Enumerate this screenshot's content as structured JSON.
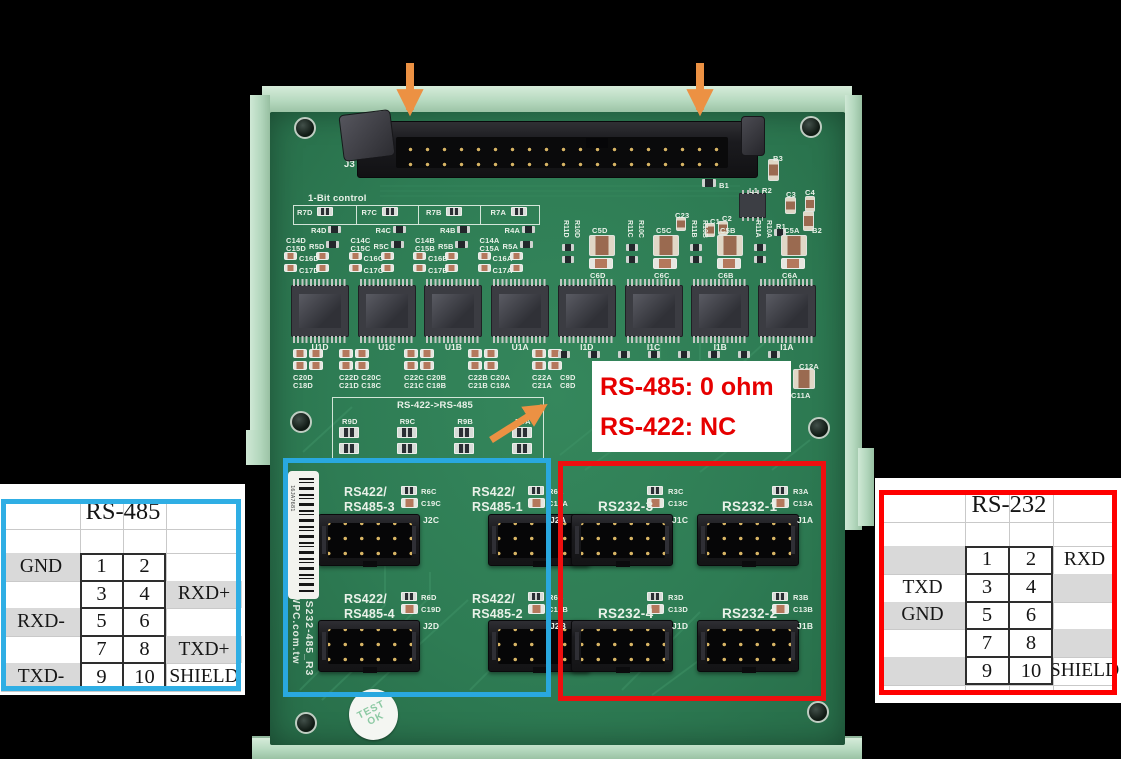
{
  "colors": {
    "pcb": "#2E7C54",
    "din": "#B6D9BF",
    "blue_box": "#29A8DF",
    "red_box": "#EE0F0F",
    "orange_arrow": "#EC9143",
    "annotation_red": "#E60000",
    "table_shade": "#D9D9D9",
    "blue_table_border": "#2FAEE4",
    "red_table_border": "#FF0000"
  },
  "annotation": {
    "line1": "RS-485: 0 ohm",
    "line2": "RS-422: NC"
  },
  "board": {
    "j3_label": "J3",
    "one_bit": "1-Bit control",
    "jumper_title": "RS-422->RS-485",
    "ics": [
      "U1D",
      "U1C",
      "U1B",
      "U1A",
      "I1D",
      "I1C",
      "I1B",
      "I1A"
    ],
    "r7": [
      "R7D",
      "R7C",
      "R7B",
      "R7A"
    ],
    "r9": [
      "R9D",
      "R9C",
      "R9B",
      "R9A"
    ],
    "cap_cluster": [
      {
        "r4": "R4D",
        "c14": "C14D",
        "c15": "C15D",
        "r5": "R5D",
        "c16": "C16D",
        "c17": "C17D"
      },
      {
        "r4": "R4C",
        "c14": "C14C",
        "c15": "C15C",
        "r5": "R5C",
        "c16": "C16C",
        "c17": "C17C"
      },
      {
        "r4": "R4B",
        "c14": "C14B",
        "c15": "C15B",
        "r5": "R5B",
        "c16": "C16B",
        "c17": "C17B"
      },
      {
        "r4": "R4A",
        "c14": "C14A",
        "c15": "C15A",
        "r5": "R5A",
        "c16": "C16A",
        "c17": "C17A"
      }
    ],
    "ic_caps": [
      [
        "C20D",
        "C18D"
      ],
      [
        "C22D C20C",
        "C21D C18C"
      ],
      [
        "C22C C20B",
        "C21C C18B"
      ],
      [
        "C22B C20A",
        "C21B C18A"
      ],
      [
        "C22A",
        "C21A"
      ]
    ],
    "mid_right": [
      {
        "r11": "R11D",
        "r10": "R10D",
        "c5": "C5D",
        "c6": "C6D"
      },
      {
        "r11": "R11C",
        "r10": "R10C",
        "c5": "C5C",
        "c6": "C6C"
      },
      {
        "r11": "R11B",
        "r10": "R10B",
        "c5": "C5B",
        "c6": "C6B"
      },
      {
        "r11": "R11A",
        "r10": "R10A",
        "c5": "C5A",
        "c6": "C6A"
      }
    ],
    "top_right": {
      "b3": "B3",
      "b1": "B1",
      "l1": "L1",
      "r2": "R2",
      "c3": "C3",
      "c4": "C4",
      "c23": "C23",
      "c1": "C1",
      "c2": "C2",
      "r1": "R1",
      "b2": "B2"
    },
    "misc": {
      "c9d": "C9D",
      "c8d": "C8D",
      "c12a": "C12A",
      "c11a": "C11A"
    },
    "vertical_silk": [
      "RS232-485_R3",
      "WPC.com.tw"
    ],
    "barcode_text": "16JA7681",
    "test_sticker": [
      "TEST",
      "OK"
    ],
    "connectors_rs485": [
      {
        "name1": "RS422/",
        "name2": "RS485-3",
        "r": "R6C",
        "c": "C19C",
        "j": "J2C"
      },
      {
        "name1": "RS422/",
        "name2": "RS485-1",
        "r": "R6A",
        "c": "C19A",
        "j": "J2A"
      },
      {
        "name1": "RS422/",
        "name2": "RS485-4",
        "r": "R6D",
        "c": "C19D",
        "j": "J2D"
      },
      {
        "name1": "RS422/",
        "name2": "RS485-2",
        "r": "R6B",
        "c": "C19B",
        "j": "J2B"
      }
    ],
    "connectors_rs232": [
      {
        "name": "RS232-3",
        "r": "R3C",
        "c": "C13C",
        "j": "J1C"
      },
      {
        "name": "RS232-1",
        "r": "R3A",
        "c": "C13A",
        "j": "J1A"
      },
      {
        "name": "RS232-4",
        "r": "R3D",
        "c": "C13D",
        "j": "J1D"
      },
      {
        "name": "RS232-2",
        "r": "R3B",
        "c": "C13B",
        "j": "J1B"
      }
    ]
  },
  "tables": {
    "rs485": {
      "title": "RS-485",
      "rows": [
        {
          "l": "GND",
          "a": "1",
          "b": "2",
          "r": ""
        },
        {
          "l": "",
          "a": "3",
          "b": "4",
          "r": "RXD+"
        },
        {
          "l": "RXD-",
          "a": "5",
          "b": "6",
          "r": ""
        },
        {
          "l": "",
          "a": "7",
          "b": "8",
          "r": "TXD+"
        },
        {
          "l": "TXD-",
          "a": "9",
          "b": "10",
          "r": "SHIELD"
        }
      ]
    },
    "rs232": {
      "title": "RS-232",
      "rows": [
        {
          "l": "",
          "a": "1",
          "b": "2",
          "r": "RXD"
        },
        {
          "l": "TXD",
          "a": "3",
          "b": "4",
          "r": ""
        },
        {
          "l": "GND",
          "a": "5",
          "b": "6",
          "r": ""
        },
        {
          "l": "",
          "a": "7",
          "b": "8",
          "r": ""
        },
        {
          "l": "",
          "a": "9",
          "b": "10",
          "r": "SHIELD"
        }
      ]
    }
  }
}
